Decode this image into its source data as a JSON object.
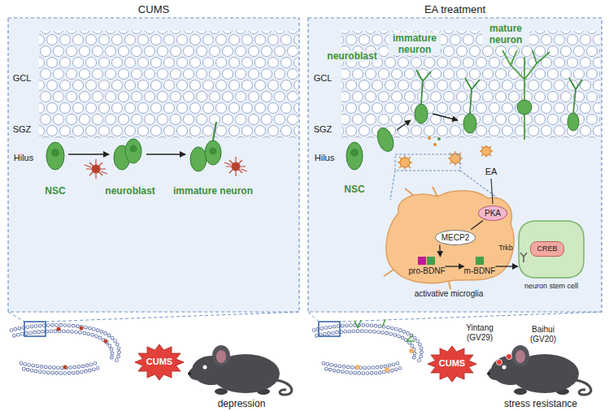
{
  "diagram": {
    "nodes": [
      {
        "text": [
          "CUMS"
        ]
      },
      {
        "text": [
          "EA treatment"
        ]
      },
      {
        "text": [
          "activative microglia"
        ],
        "in": 1
      },
      {
        "text": [
          "PKA"
        ],
        "in": 2
      },
      {
        "text": [
          "MECP2"
        ],
        "in": 2
      },
      {
        "text": [
          "pro-BDNF"
        ],
        "in": 2
      },
      {
        "text": [
          "m-BDNF"
        ],
        "in": 2
      },
      {
        "text": [
          "neuron stem cell"
        ],
        "in": 1
      },
      {
        "text": [
          "CREB"
        ],
        "in": 7
      },
      {
        "text": [
          "CUMS"
        ]
      },
      {
        "text": [
          "CUMS"
        ]
      }
    ],
    "edges": [
      {
        "from": 3,
        "to": 4,
        "arrow": "none"
      },
      {
        "from": 4,
        "to": 5,
        "arrow": "to"
      },
      {
        "from": 5,
        "to": 6,
        "arrow": "to"
      },
      {
        "from": 6,
        "to": 7,
        "arrow": "to"
      }
    ],
    "labels": [
      "GCL",
      "SGZ",
      "Hilus",
      "NSC",
      "neuroblast",
      "immature neuron",
      "depression",
      "GCL",
      "SGZ",
      "Hilus",
      "neuroblast",
      "immature neuron",
      "mature neuron",
      "NSC",
      "EA",
      "Trkb",
      "Yintang (GV29)",
      "Baihui (GV20)",
      "stress resistance"
    ]
  }
}
